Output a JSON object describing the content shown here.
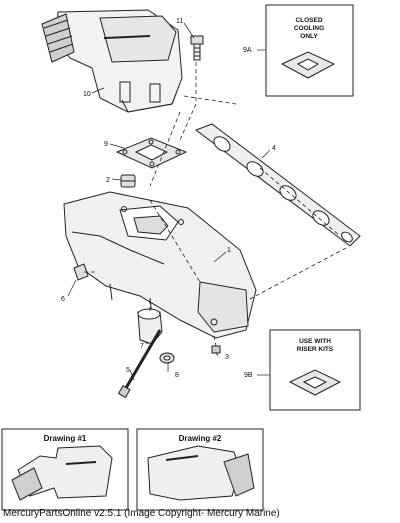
{
  "callouts": {
    "c1": "1",
    "c2": "2",
    "c3": "3",
    "c4": "4",
    "c5": "5",
    "c6": "6",
    "c7": "7",
    "c8": "8",
    "c9": "9",
    "c10": "10",
    "c11": "11",
    "c9A": "9A",
    "c9B": "9B"
  },
  "note_boxes": {
    "closed_cooling": [
      "CLOSED",
      "COOLING",
      "ONLY"
    ],
    "riser_kits": [
      "USE WITH",
      "RISER KITS"
    ]
  },
  "drawings": {
    "d1_title": "Drawing #1",
    "d2_title": "Drawing #2"
  },
  "footer": "MercuryPartsOnline v2.5.1 (Image Copyright- Mercury Marine)"
}
